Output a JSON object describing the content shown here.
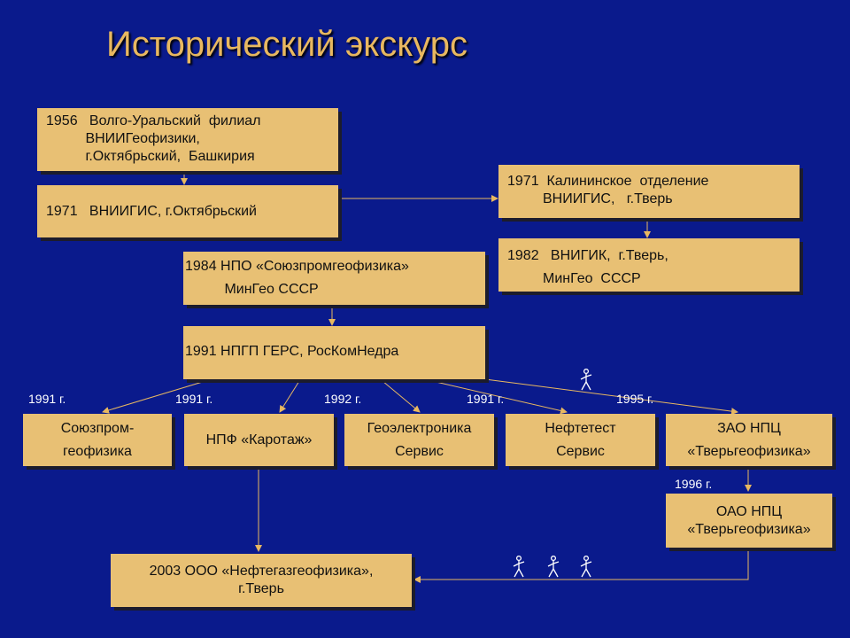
{
  "title": "Исторический экскурс",
  "nodes": {
    "n1956": [
      "1956   Волго-Уральский  филиал",
      "          ВНИИГеофизики,",
      "          г.Октябрьский,  Башкирия"
    ],
    "n1971a": [
      "1971   ВНИИГИС, г.Октябрьский"
    ],
    "n1971b": [
      "1971  Калининское  отделение",
      "         ВНИИГИС,   г.Тверь"
    ],
    "n1982": [
      "1982   ВНИГИК,  г.Тверь,",
      "         МинГео  СССР"
    ],
    "n1984": [
      "1984 НПО «Союзпромгеофизика»",
      "          МинГео СССР"
    ],
    "n1991": [
      "1991 НПГП ГЕРС, РосКомНедра"
    ],
    "soyuz": [
      "Союзпром-",
      "геофизика"
    ],
    "karotazh": [
      "НПФ «Каротаж»"
    ],
    "geo": [
      "Геоэлектроника",
      "Сервис"
    ],
    "neft": [
      "Нефтетест",
      "Сервис"
    ],
    "zao": [
      "ЗАО НПЦ",
      "«Тверьгеофизика»"
    ],
    "oao": [
      "ОАО НПЦ",
      "«Тверьгеофизика»"
    ],
    "n2003": [
      "2003 ООО «Нефтегазгеофизика»,",
      "г.Тверь"
    ]
  },
  "years": {
    "soyuz": "1991 г.",
    "karotazh": "1991 г.",
    "geo": "1992 г.",
    "neft": "1991 г.",
    "zao": "1995 г.",
    "oao": "1996 г."
  },
  "colors": {
    "background": "#0a1a8c",
    "box": "#e8c074",
    "title": "#e8b860",
    "line": "#e8b860"
  }
}
